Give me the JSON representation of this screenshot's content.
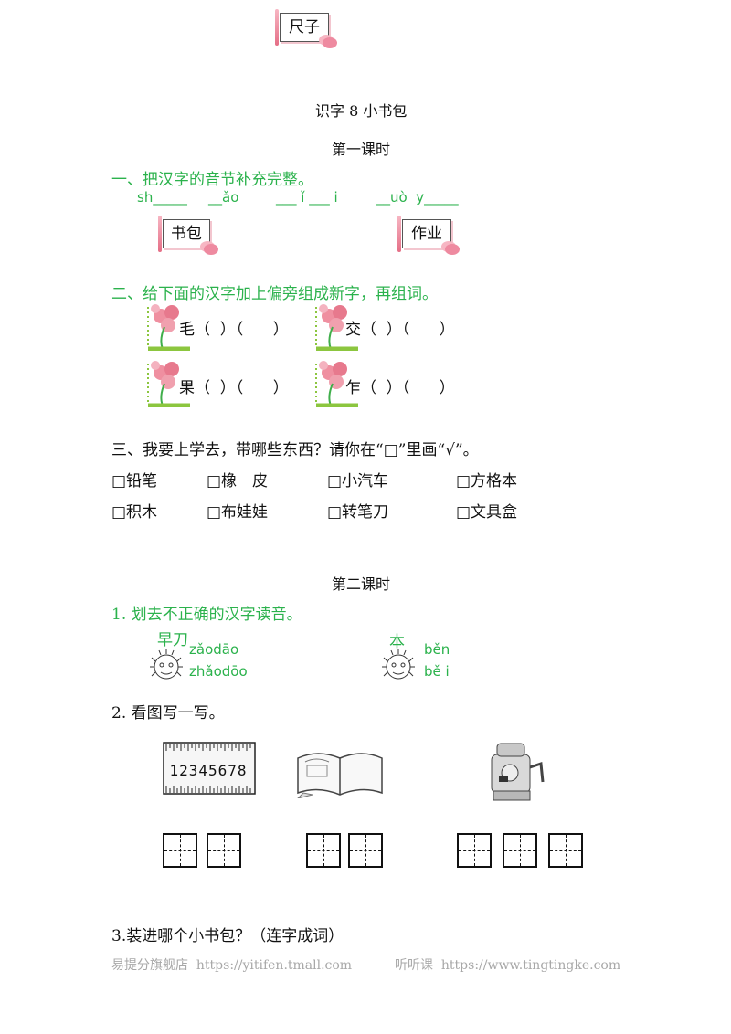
{
  "top_tag": "尺子",
  "lesson_title": "识字 8 小书包",
  "period1": "第一课时",
  "q1": {
    "title": "一、把汉字的音节补充完整。",
    "pinyin": [
      "sh_____",
      "__ǎo",
      "___ ǐ ___ i",
      "__uò  y_____"
    ],
    "tags": [
      "书包",
      "作业"
    ]
  },
  "q2": {
    "title": "二、给下面的汉字加上偏旁组成新字，再组词。",
    "rows": [
      {
        "char": "毛",
        "blanks": "（  ）（      ）"
      },
      {
        "char": "交",
        "blanks": "（  ）（      ）"
      },
      {
        "char": "果",
        "blanks": "（  ）（      ）"
      },
      {
        "char": "乍",
        "blanks": "（  ）（      ）"
      }
    ]
  },
  "q3": {
    "title": "三、我要上学去，带哪些东西？请你在“□”里画“√”。",
    "items": [
      "□铅笔",
      "□橡　皮",
      "□小汽车",
      "□方格本",
      "□积木",
      "□布娃娃",
      "□转笔刀",
      "□文具盒"
    ]
  },
  "period2": "第二课时",
  "p2q1": {
    "title": "1. 划去不正确的汉字读音。",
    "left_chars": "早刀",
    "left_pinyin": [
      "zǎodāo",
      "zhǎodōo"
    ],
    "right_char": "本",
    "right_pinyin": [
      "běn",
      "bě i"
    ]
  },
  "p2q2": {
    "title": "2. 看图写一写。",
    "ruler_digits": "12345678"
  },
  "p2q3": {
    "title": "3.装进哪个小书包？（连字成词）"
  },
  "footer": {
    "left": "易提分旗舰店  https://yitifen.tmall.com",
    "right": "听听课  https://www.tingtingke.com"
  }
}
